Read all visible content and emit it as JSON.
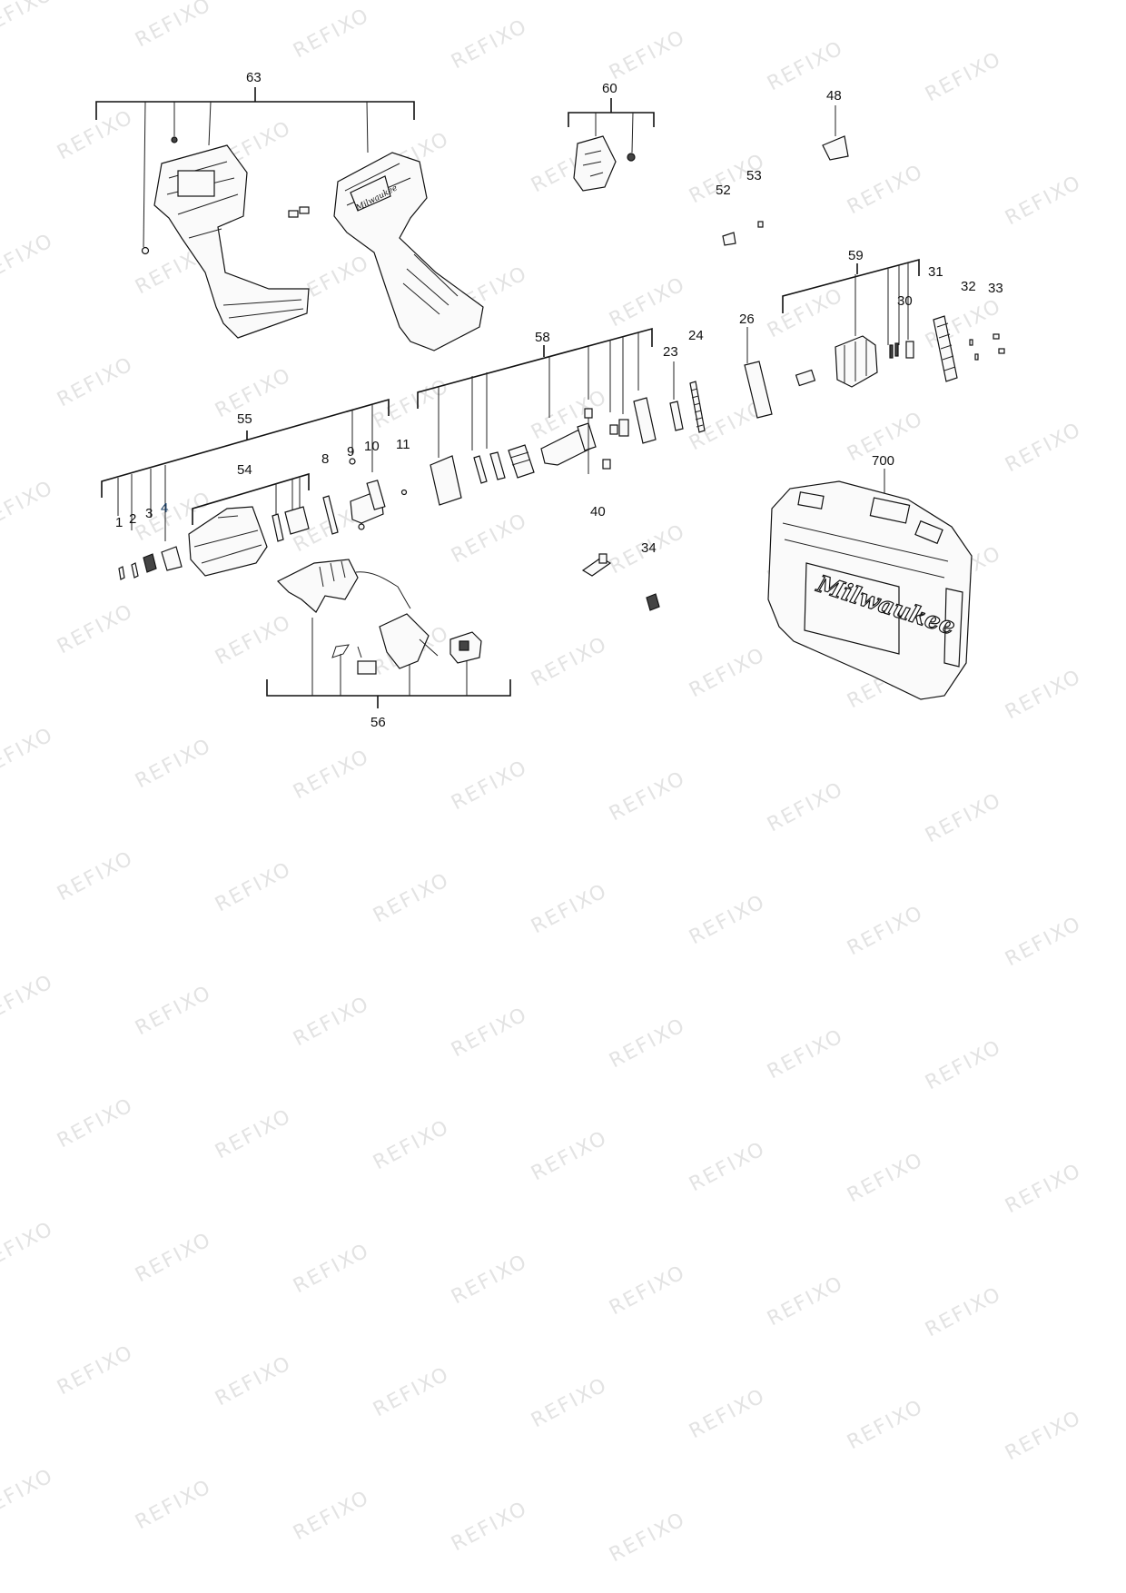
{
  "watermark": "REFIXO",
  "brand_logo": "Milwaukee",
  "callouts": {
    "c1": "1",
    "c2": "2",
    "c3": "3",
    "c4": "4",
    "c8": "8",
    "c9": "9",
    "c10": "10",
    "c11": "11",
    "c23": "23",
    "c24": "24",
    "c26": "26",
    "c30": "30",
    "c31": "31",
    "c32": "32",
    "c33": "33",
    "c34": "34",
    "c40": "40",
    "c48": "48",
    "c52": "52",
    "c53": "53",
    "c54": "54",
    "c55": "55",
    "c56": "56",
    "c58": "58",
    "c59": "59",
    "c60": "60",
    "c63": "63",
    "c700": "700"
  },
  "colors": {
    "ink": "#111111",
    "accent_label": "#1a3f66",
    "watermark": "#e3e3e3"
  }
}
